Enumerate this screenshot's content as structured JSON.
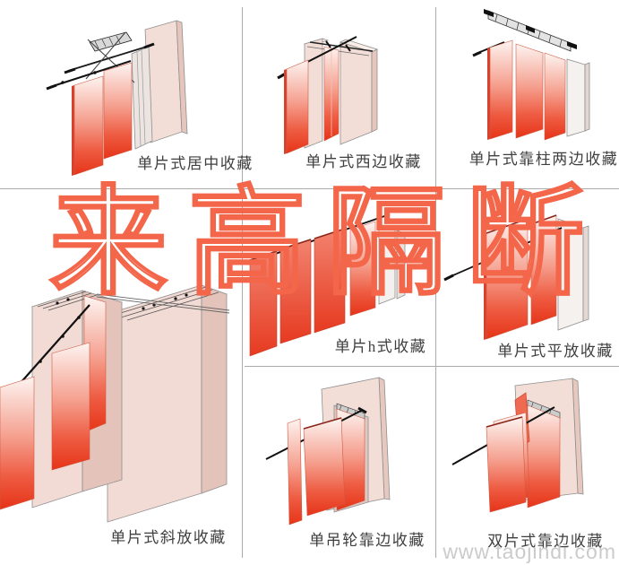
{
  "watermark": {
    "brand": "来高隔断",
    "url": "www.taojindi.com"
  },
  "colors": {
    "brand_outline": "#f4664a",
    "url_gray": "#cbcbcb",
    "panel_red": "#e63418",
    "panel_red_light": "#fdf4f1",
    "wall_beige": "#f2ded7",
    "track_black": "#1c1c1c",
    "grid_line": "#ababab",
    "label_text": "#3f3f3f"
  },
  "cells": [
    {
      "id": "top-left",
      "label": "单片式居中收藏"
    },
    {
      "id": "top-middle",
      "label": "单片式西边收藏"
    },
    {
      "id": "top-right",
      "label": "单片式靠柱两边收藏"
    },
    {
      "id": "left-tall",
      "label": "单片式斜放收藏"
    },
    {
      "id": "middle-middle",
      "label": "单片h式收藏"
    },
    {
      "id": "middle-right",
      "label": "单片式平放收藏"
    },
    {
      "id": "bottom-middle",
      "label": "单吊轮靠边收藏"
    },
    {
      "id": "bottom-right",
      "label": "双片式靠边收藏"
    }
  ]
}
